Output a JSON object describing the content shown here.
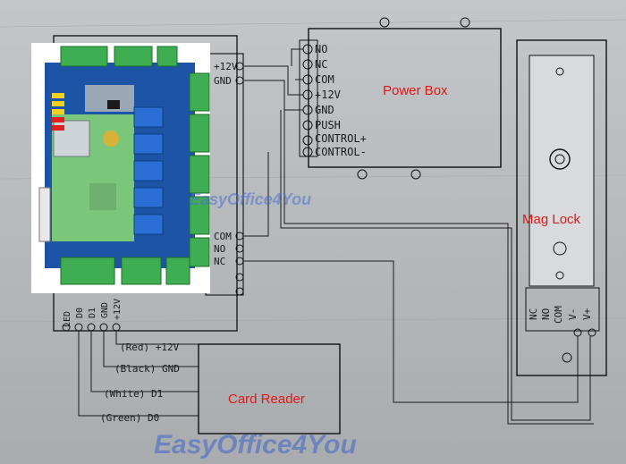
{
  "labels": {
    "power_box": "Power Box",
    "mag_lock": "Mag Lock",
    "card_reader": "Card Reader"
  },
  "watermarks": {
    "center": "EasyOffice4You",
    "bottom": "EasyOffice4You"
  },
  "controller_terminals": {
    "right_top": [
      "+12V",
      "GND"
    ],
    "right_bottom": [
      "COM",
      "NO",
      "NC"
    ],
    "bottom": [
      "LED",
      "D0",
      "D1",
      "GND",
      "+12V"
    ]
  },
  "power_box_terminals": [
    "NO",
    "NC",
    "COM",
    "+12V",
    "GND",
    "PUSH",
    "CONTROL+",
    "CONTROL-"
  ],
  "mag_lock_terminals": [
    "NC",
    "NO",
    "COM",
    "V-",
    "V+"
  ],
  "reader_wires": [
    "(Red) +12V",
    "(Black) GND",
    "(White) D1",
    "(Green) D0"
  ],
  "colors": {
    "label_red": "#e01818",
    "watermark_blue": "#3f62c8",
    "pcb_blue": "#1d54a6",
    "terminal_green": "#3fae52",
    "pcb_green": "#7ac77c"
  }
}
